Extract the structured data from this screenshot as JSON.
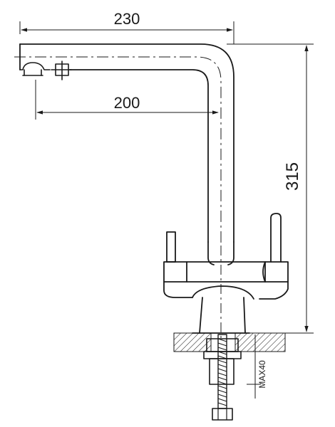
{
  "dimensions": {
    "overall_reach": "230",
    "spout_reach": "200",
    "overall_height": "315",
    "max_counter_thickness": "MAX40"
  }
}
